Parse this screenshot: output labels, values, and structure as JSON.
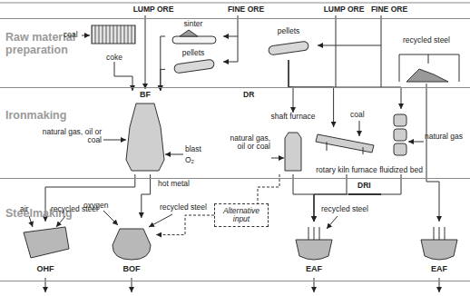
{
  "diagram": {
    "nodes": [
      {
        "text": [
          "Raw material preparation"
        ]
      },
      {
        "text": [
          "Ironmaking"
        ]
      },
      {
        "text": [
          "Steelmaking"
        ]
      },
      {
        "text": [
          "coke"
        ],
        "in": 0
      },
      {
        "text": [
          "sinter"
        ],
        "in": 0
      },
      {
        "text": [
          "pellets"
        ],
        "in": 0
      },
      {
        "text": [
          "pellets"
        ],
        "in": 0
      },
      {
        "text": [
          "recycled steel"
        ],
        "in": 0
      },
      {
        "text": [
          "BF"
        ],
        "in": 1
      },
      {
        "text": [
          "shaft furnace"
        ],
        "in": 1
      },
      {
        "text": [
          "rotary kiln furnace"
        ],
        "in": 1
      },
      {
        "text": [
          "fluidized bed"
        ],
        "in": 1
      },
      {
        "text": [
          "OHF"
        ],
        "in": 2
      },
      {
        "text": [
          "BOF"
        ],
        "in": 2
      },
      {
        "text": [
          "EAF"
        ],
        "in": 2
      },
      {
        "text": [
          "EAF"
        ],
        "in": 2
      },
      {
        "text": [
          "Alternative input"
        ],
        "in": 2
      }
    ],
    "edges": [
      {
        "from": 3,
        "to": 8,
        "arrow": "to"
      },
      {
        "from": 4,
        "to": 8,
        "arrow": "to"
      },
      {
        "from": 5,
        "to": 8,
        "arrow": "to"
      },
      {
        "from": 6,
        "to": 9,
        "arrow": "to"
      },
      {
        "from": 6,
        "to": 10,
        "arrow": "to"
      },
      {
        "from": 6,
        "to": 11,
        "arrow": "to"
      },
      {
        "from": 7,
        "to": 15,
        "arrow": "to"
      },
      {
        "from": 8,
        "to": 12,
        "arrow": "to"
      },
      {
        "from": 8,
        "to": 13,
        "label": "hot metal",
        "arrow": "to"
      },
      {
        "from": 9,
        "to": 14,
        "arrow": "to"
      },
      {
        "from": 10,
        "to": 14,
        "arrow": "to"
      },
      {
        "from": 11,
        "to": 14,
        "arrow": "to"
      },
      {
        "from": 9,
        "to": 16,
        "arrow": "none"
      },
      {
        "from": 16,
        "to": 13,
        "arrow": "to"
      }
    ],
    "labels": [
      "LUMP ORE",
      "FINE ORE",
      "LUMP ORE",
      "FINE ORE",
      "coal",
      "DR",
      "natural gas, oil or coal",
      "blast",
      "O₂",
      "natural gas, oil or coal",
      "coal",
      "natural gas",
      "DRI",
      "air",
      "recycled steel",
      "oxygen",
      "recycled steel",
      "recycled steel"
    ]
  }
}
